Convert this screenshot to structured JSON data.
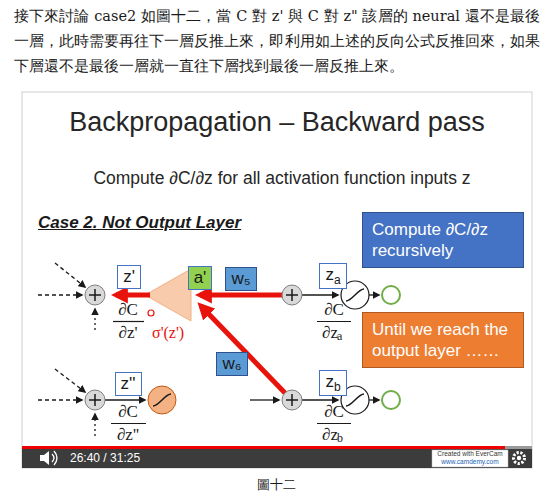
{
  "diagram": {
    "title": "Backpropagation – Backward pass",
    "caption": "圖十二",
    "nodes": [
      {
        "text": [
          "Compute ∂C/∂z recursively"
        ]
      },
      {
        "text": [
          "z'"
        ]
      },
      {
        "text": [
          "a'"
        ]
      },
      {
        "text": [
          "w₅"
        ]
      },
      {
        "text": [
          "z",
          "a"
        ]
      },
      {
        "text": [
          "Until we reach the output layer ……"
        ]
      },
      {
        "text": [
          "w₆"
        ]
      },
      {
        "text": [
          "z''"
        ]
      },
      {
        "text": [
          "z",
          "b"
        ]
      }
    ],
    "labels": [
      "接下來討論 case2 如圖十二，當 C 對 z' 與 C 對 z\" 該層的 neural 還不是最後一層，此時需要再往下一層反推上來，即利用如上述的反向公式反推回來，如果下層還不是最後一層就一直往下層找到最後一層反推上來。",
      "Compute ∂C/∂z for all activation function inputs z",
      "Case 2. Not Output Layer",
      "∂C",
      "∂z'",
      "σ'(z')",
      "∂C",
      "∂z",
      "a",
      "∂C",
      "∂z''",
      "∂C",
      "∂z",
      "b",
      "26:40 / 31:25",
      "Created with EverCam",
      "www.camdemy.com"
    ]
  }
}
